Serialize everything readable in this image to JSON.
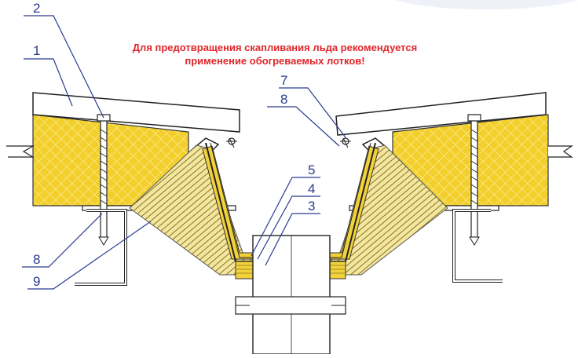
{
  "note": {
    "line1": "Для предотвращения скапливания льда рекомендуется",
    "line2": "применение обогреваемых лотков!"
  },
  "callouts": {
    "c1": "1",
    "c2": "2",
    "c3": "3",
    "c4": "4",
    "c5": "5",
    "c7": "7",
    "c8_left": "8",
    "c8_right": "8",
    "c9": "9"
  },
  "colors": {
    "insulation": "#f2cf2a",
    "insulation_light": "#f5e9a8",
    "callout": "#2a3a8f",
    "note": "#e0262a",
    "line": "#222222"
  }
}
